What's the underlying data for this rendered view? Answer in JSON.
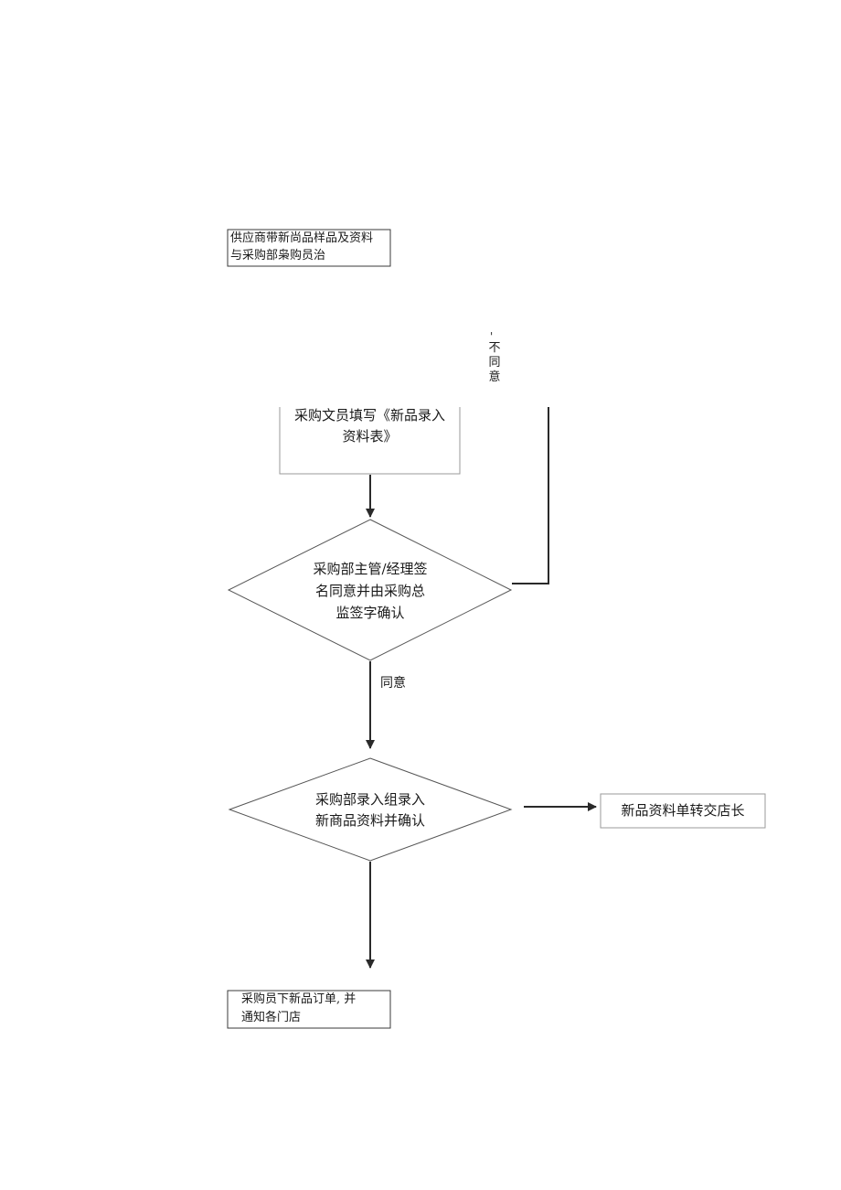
{
  "nodes": {
    "supplier_box": {
      "text": "供应商带新尚品样品及资料\n与采购部枭购员治"
    },
    "fill_form_box": {
      "text": "采购文员填写《新品录入\n资料表》"
    },
    "approval_diamond": {
      "text": "采购部主管/经理签\n名同意并由采购总\n监签字确认"
    },
    "entry_diamond": {
      "text": "采购部录入组录入\n新商品资料并确认"
    },
    "store_manager_box": {
      "text": "新品资料单转交店长"
    },
    "order_box": {
      "text": "采购员下新品订单, 并\n通知各门店"
    }
  },
  "edges": {
    "agree_label": "同意",
    "disagree_mark": "'",
    "disagree_chars": [
      "不",
      "同",
      "意"
    ]
  },
  "colors": {
    "line": "#2a2a2a",
    "box_border": "#3a3a3a",
    "text": "#1a1a1a",
    "background": "#ffffff"
  }
}
